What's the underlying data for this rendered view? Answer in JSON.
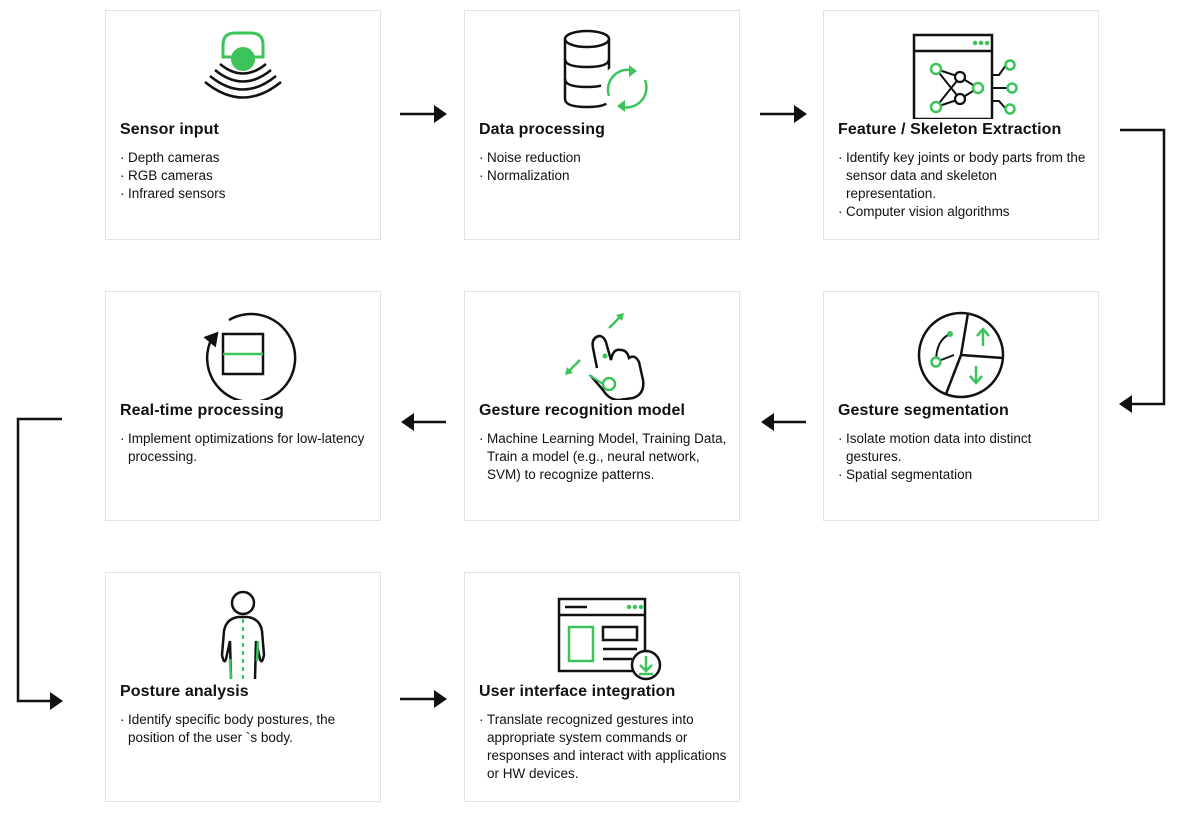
{
  "colors": {
    "accent": "#3cc45a",
    "ink": "#111111",
    "border": "#e2e2e2"
  },
  "steps": [
    {
      "icon": "sensor-icon",
      "title": "Sensor input",
      "bullets": [
        "Depth cameras",
        "RGB cameras",
        "Infrared sensors"
      ]
    },
    {
      "icon": "database-sync-icon",
      "title": "Data processing",
      "bullets": [
        "Noise reduction",
        "Normalization"
      ]
    },
    {
      "icon": "network-window-icon",
      "title": "Feature / Skeleton Extraction",
      "bullets": [
        "Identify key joints or body parts from the sensor data and skeleton representation.",
        "Computer vision algorithms"
      ]
    },
    {
      "icon": "pie-segment-icon",
      "title": "Gesture segmentation",
      "bullets": [
        "Isolate motion data into distinct gestures.",
        "Spatial segmentation"
      ]
    },
    {
      "icon": "hand-gesture-icon",
      "title": "Gesture recognition model",
      "bullets": [
        "Machine Learning Model, Training Data,  Train a model (e.g., neural network, SVM) to recognize patterns."
      ]
    },
    {
      "icon": "realtime-refresh-icon",
      "title": "Real-time processing",
      "bullets": [
        "Implement optimizations for low-latency processing."
      ]
    },
    {
      "icon": "posture-body-icon",
      "title": "Posture analysis",
      "bullets": [
        "Identify specific body postures, the position of the user `s body."
      ]
    },
    {
      "icon": "ui-window-download-icon",
      "title": "User interface integration",
      "bullets": [
        "Translate recognized gestures into appropriate system commands or responses and interact with applications or HW devices."
      ]
    }
  ]
}
